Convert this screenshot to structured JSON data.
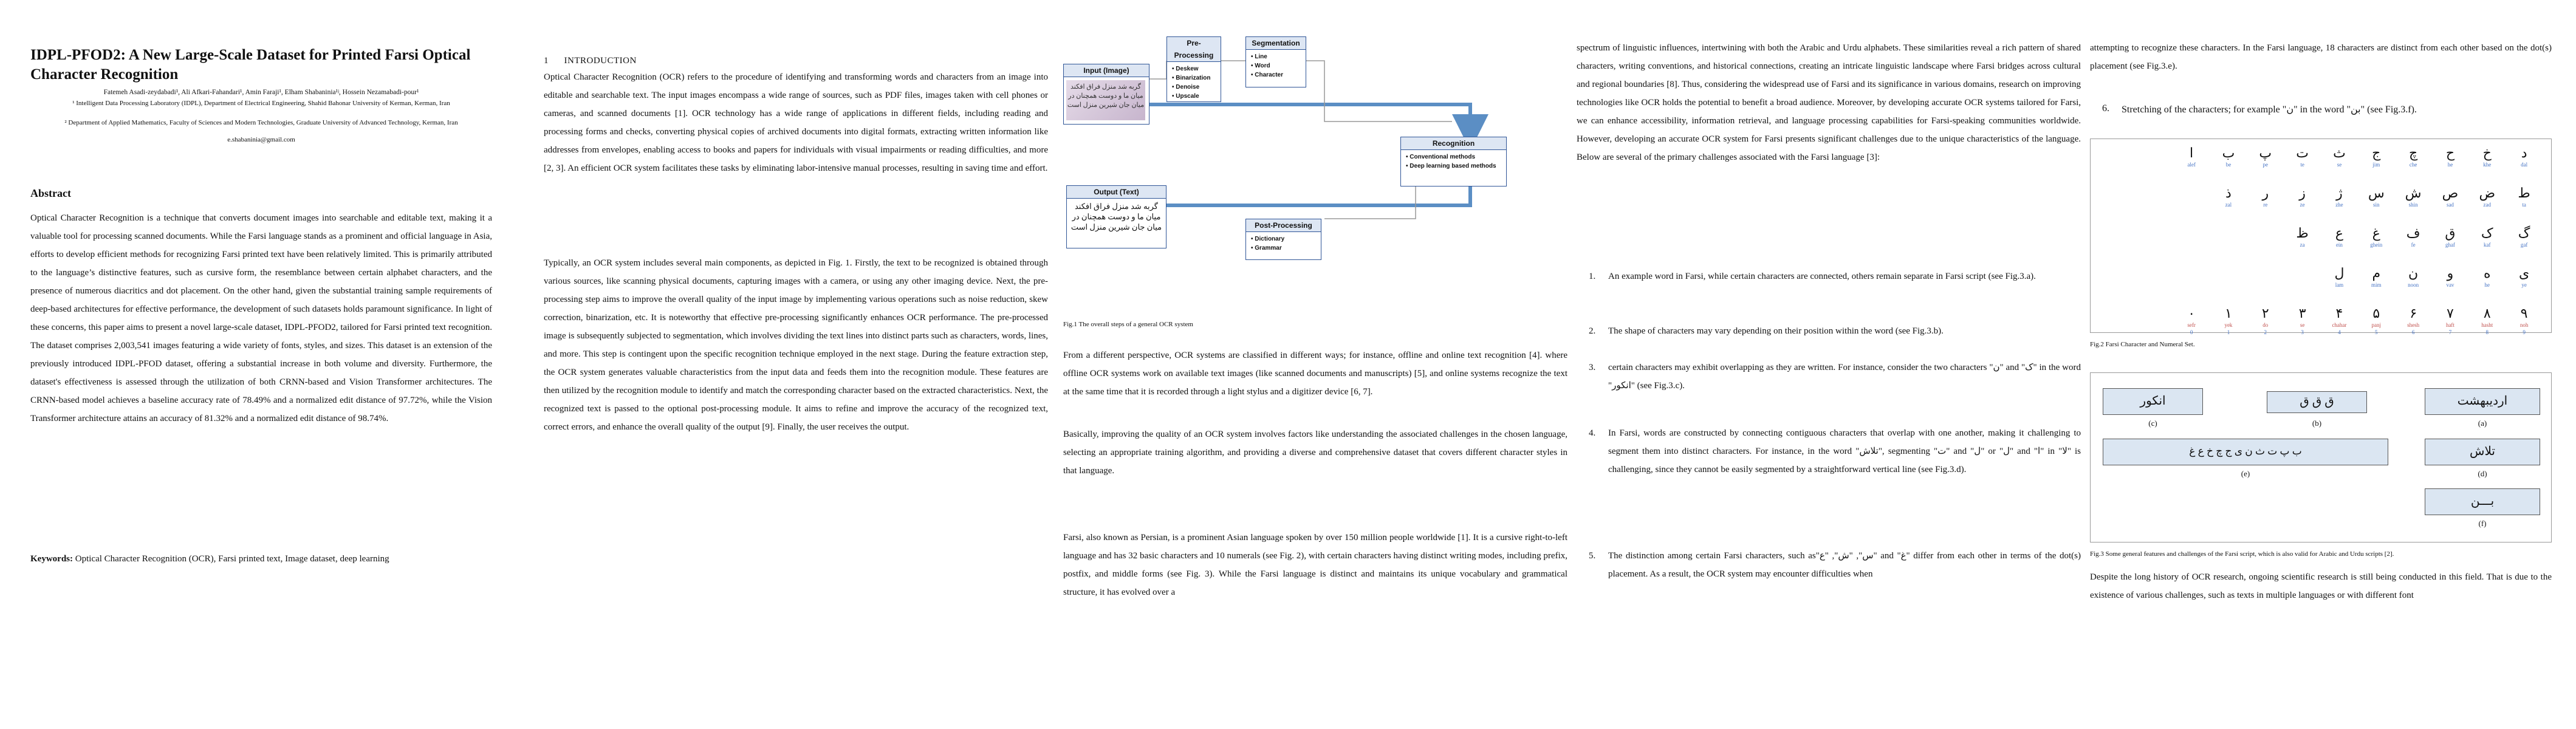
{
  "paper": {
    "title": "IDPL-PFOD2: A New Large-Scale Dataset for Printed Farsi Optical Character Recognition",
    "authors": "Fatemeh Asadi-zeydabadi¹, Ali Afkari-Fahandari¹, Amin Faraji¹, Elham Shabaninia¹ʲ, Hossein Nezamabadi-pour¹",
    "affiliation1": "¹ Intelligent Data Processing Laboratory (IDPL), Department of Electrical Engineering, Shahid Bahonar University of Kerman, Kerman, Iran",
    "affiliation2": "² Department of Applied Mathematics, Faculty of Sciences and Modern Technologies, Graduate University of Advanced Technology, Kerman, Iran",
    "email": "e.shabaninia@gmail.com",
    "abstract_heading": "Abstract",
    "abstract": "Optical Character Recognition is a technique that converts document images into searchable and editable text, making it a valuable tool for processing scanned documents. While the Farsi language stands as a prominent and official language in Asia, efforts to develop efficient methods for recognizing Farsi printed text have been relatively limited. This is primarily attributed to the language’s distinctive features, such as cursive form, the resemblance between certain alphabet characters, and the presence of numerous diacritics and dot placement. On the other hand, given the substantial training sample requirements of deep-based architectures for effective performance, the development of such datasets holds paramount significance. In light of these concerns, this paper aims to present a novel large-scale dataset, IDPL-PFOD2, tailored for Farsi printed text recognition. The dataset comprises 2,003,541 images featuring a wide variety of fonts, styles, and sizes. This dataset is an extension of the previously introduced IDPL-PFOD dataset, offering a substantial increase in both volume and diversity. Furthermore, the dataset's effectiveness is assessed through the utilization of both CRNN-based and Vision Transformer architectures. The CRNN-based model achieves a baseline accuracy rate of 78.49% and a normalized edit distance of 97.72%, while the Vision Transformer architecture attains an accuracy of 81.32% and a normalized edit distance of 98.74%.",
    "keywords_label": "Keywords:",
    "keywords": "Optical Character Recognition (OCR), Farsi printed text, Image dataset, deep learning"
  },
  "intro": {
    "number": "1",
    "heading": "INTRODUCTION",
    "p1": "Optical Character Recognition (OCR) refers to the procedure of identifying and transforming words and characters from an image into editable and searchable text. The input images encompass a wide range of sources, such as PDF files, images taken with cell phones or cameras, and scanned documents [1]. OCR technology has a wide range of applications in different fields, including reading and processing forms and checks, converting physical copies of archived documents into digital formats, extracting written information like addresses from envelopes, enabling access to books and papers for individuals with visual impairments or reading difficulties, and more [2, 3]. An efficient OCR system facilitates these tasks by eliminating labor-intensive manual processes, resulting in saving time and effort.",
    "p2": "Typically, an OCR system includes several main components, as depicted in Fig. 1. Firstly, the text to be recognized is obtained through various sources, like scanning physical documents, capturing images with a camera, or using any other imaging device. Next, the pre-processing step aims to improve the overall quality of the input image by implementing various operations such as noise reduction, skew correction, binarization, etc. It is noteworthy that effective pre-processing significantly enhances OCR performance. The pre-processed image is subsequently subjected to segmentation, which involves dividing the text lines into distinct parts such as characters, words, lines, and more. This step is contingent upon the specific recognition technique employed in the next stage. During the feature extraction step, the OCR system generates valuable characteristics from the input data and feeds them into the recognition module. These features are then utilized by the recognition module to identify and match the corresponding character based on the extracted characteristics. Next, the recognized text is passed to the optional post-processing module. It aims to refine and improve the accuracy of the recognized text, correct errors, and enhance the overall quality of the output [9]. Finally, the user receives the output."
  },
  "fig1": {
    "preprocessing_title": "Pre-Processing",
    "preprocessing_items": [
      "Deskew",
      "Binarization",
      "Denoise",
      "Upscale"
    ],
    "segmentation_title": "Segmentation",
    "segmentation_items": [
      "Line",
      "Word",
      "Character"
    ],
    "input_title": "Input (Image)",
    "input_image_text": "گربه شد منزل فراق افکند میان ما و دوست همچنان در میان جان شیرین منزل است",
    "recognition_title": "Recognition",
    "recognition_items": [
      "Conventional methods",
      "Deep learning based methods"
    ],
    "output_title": "Output (Text)",
    "output_text": "گربه شد منزل فراق افکند میان ما و دوست همچنان در میان جان شیرین منزل است",
    "postprocessing_title": "Post-Processing",
    "postprocessing_items": [
      "Dictionary",
      "Grammar"
    ],
    "caption": "Fig.1 The overall steps of a general OCR system"
  },
  "col3": {
    "p1": "From a different perspective, OCR systems are classified in different ways; for instance, offline and online text recognition [4]. where offline OCR systems work on available text images (like scanned documents and manuscripts) [5], and online systems recognize the text at the same time that it is recorded through a light stylus and a digitizer device [6, 7].",
    "p2": "Basically, improving the quality of an OCR system involves factors like understanding the associated challenges in the chosen language, selecting an appropriate training algorithm, and providing a diverse and comprehensive dataset that covers different character styles in that language.",
    "p3": "Farsi, also known as Persian, is a prominent Asian language spoken by over 150 million people worldwide [1]. It is a cursive right-to-left language and has 32 basic characters and 10 numerals (see Fig. 2), with certain characters having distinct writing modes, including prefix, postfix, and middle forms (see Fig. 3). While the Farsi language is distinct and maintains its unique vocabulary and grammatical structure, it has evolved over a"
  },
  "col4": {
    "p1": "spectrum of linguistic influences, intertwining with both the Arabic and Urdu alphabets. These similarities reveal a rich pattern of shared characters, writing conventions, and historical connections, creating an intricate linguistic landscape where Farsi bridges across cultural and regional boundaries [8]. Thus, considering the widespread use of Farsi and its significance in various domains, research on improving technologies like OCR holds the potential to benefit a broad audience. Moreover, by developing accurate OCR systems tailored for Farsi, we can enhance accessibility, information retrieval, and language processing capabilities for Farsi-speaking communities worldwide. However, developing an accurate OCR system for Farsi presents significant challenges due to the unique characteristics of the language. Below are several of the primary challenges associated with the Farsi language [3]:",
    "items": [
      {
        "num": "1.",
        "text": "An example word in Farsi, while certain characters are connected, others remain separate in Farsi script (see Fig.3.a)."
      },
      {
        "num": "2.",
        "text": "The shape of characters may vary depending on their position within the word (see Fig.3.b)."
      },
      {
        "num": "3.",
        "text": "certain characters may exhibit overlapping as they are written. For instance, consider the two characters \"ن\" and \"ک\" in the word \"انکور\" (see Fig.3.c)."
      },
      {
        "num": "4.",
        "text": "In Farsi, words are constructed by connecting contiguous characters that overlap with one another, making it challenging to segment them into distinct characters. For instance, in the word \"تلاش\", segmenting \"ت\" and \"ل\" or \"ل\" and \"ا\" in \"لا\" is challenging, since they cannot be easily segmented by a straightforward vertical line (see Fig.3.d)."
      },
      {
        "num": "5.",
        "text": "The distinction among certain Farsi characters, such as\"س\", \"ش\", \"ع\" and \"غ\" differ from each other in terms of the dot(s) placement. As a result, the OCR system may encounter difficulties when"
      }
    ]
  },
  "col5": {
    "p_top": "attempting to recognize these characters. In the Farsi language, 18 characters are distinct from each other based on the dot(s) placement (see Fig.3.e).",
    "item6_num": "6.",
    "item6_text": "Stretching of the characters; for example \"ن\" in the word \"بن\" (see Fig.3.f).",
    "fig2_caption": "Fig.2 Farsi Character and Numeral Set.",
    "fig3_caption": "Fig.3 Some general features and challenges of the Farsi script, which is also valid for Arabic and Urdu scripts [2].",
    "p_bottom": "Despite the long history of OCR research, ongoing scientific research is still being conducted in this field. That is due to the existence of various challenges, such as texts in multiple languages or with different font"
  },
  "fig2": {
    "rows": [
      [
        {
          "g": "د",
          "n": "",
          "t": "dal"
        },
        {
          "g": "خ",
          "n": "",
          "t": "khe"
        },
        {
          "g": "ح",
          "n": "",
          "t": "he"
        },
        {
          "g": "چ",
          "n": "",
          "t": "che"
        },
        {
          "g": "ج",
          "n": "",
          "t": "jim"
        },
        {
          "g": "ث",
          "n": "",
          "t": "se"
        },
        {
          "g": "ت",
          "n": "",
          "t": "te"
        },
        {
          "g": "پ",
          "n": "",
          "t": "pe"
        },
        {
          "g": "ب",
          "n": "",
          "t": "be"
        },
        {
          "g": "ا",
          "n": "",
          "t": "alef"
        },
        {
          "g": "",
          "n": "",
          "t": ""
        },
        {
          "g": "",
          "n": "",
          "t": ""
        }
      ],
      [
        {
          "g": "ط",
          "n": "",
          "t": "ta"
        },
        {
          "g": "ض",
          "n": "",
          "t": "zad"
        },
        {
          "g": "ص",
          "n": "",
          "t": "sad"
        },
        {
          "g": "ش",
          "n": "",
          "t": "shin"
        },
        {
          "g": "س",
          "n": "",
          "t": "sin"
        },
        {
          "g": "ژ",
          "n": "",
          "t": "zhe"
        },
        {
          "g": "ز",
          "n": "",
          "t": "ze"
        },
        {
          "g": "ر",
          "n": "",
          "t": "re"
        },
        {
          "g": "ذ",
          "n": "",
          "t": "zal"
        },
        {
          "g": "",
          "n": "",
          "t": ""
        },
        {
          "g": "",
          "n": "",
          "t": ""
        },
        {
          "g": "",
          "n": "",
          "t": ""
        }
      ],
      [
        {
          "g": "گ",
          "n": "",
          "t": "gaf"
        },
        {
          "g": "ک",
          "n": "",
          "t": "kaf"
        },
        {
          "g": "ق",
          "n": "",
          "t": "ghaf"
        },
        {
          "g": "ف",
          "n": "",
          "t": "fe"
        },
        {
          "g": "غ",
          "n": "",
          "t": "ghein"
        },
        {
          "g": "ع",
          "n": "",
          "t": "ein"
        },
        {
          "g": "ظ",
          "n": "",
          "t": "za"
        },
        {
          "g": "",
          "n": "",
          "t": ""
        },
        {
          "g": "",
          "n": "",
          "t": ""
        },
        {
          "g": "",
          "n": "",
          "t": ""
        },
        {
          "g": "",
          "n": "",
          "t": ""
        },
        {
          "g": "",
          "n": "",
          "t": ""
        }
      ],
      [
        {
          "g": "ی",
          "n": "",
          "t": "ye"
        },
        {
          "g": "ه",
          "n": "",
          "t": "he"
        },
        {
          "g": "و",
          "n": "",
          "t": "vav"
        },
        {
          "g": "ن",
          "n": "",
          "t": "noon"
        },
        {
          "g": "م",
          "n": "",
          "t": "mim"
        },
        {
          "g": "ل",
          "n": "",
          "t": "lam"
        },
        {
          "g": "",
          "n": "",
          "t": ""
        },
        {
          "g": "",
          "n": "",
          "t": ""
        },
        {
          "g": "",
          "n": "",
          "t": ""
        },
        {
          "g": "",
          "n": "",
          "t": ""
        },
        {
          "g": "",
          "n": "",
          "t": ""
        },
        {
          "g": "",
          "n": "",
          "t": ""
        }
      ],
      [
        {
          "g": "۹",
          "n": "noh",
          "t": "9"
        },
        {
          "g": "۸",
          "n": "hasht",
          "t": "8"
        },
        {
          "g": "۷",
          "n": "haft",
          "t": "7"
        },
        {
          "g": "۶",
          "n": "shesh",
          "t": "6"
        },
        {
          "g": "۵",
          "n": "panj",
          "t": "5"
        },
        {
          "g": "۴",
          "n": "chahar",
          "t": "4"
        },
        {
          "g": "۳",
          "n": "se",
          "t": "3"
        },
        {
          "g": "۲",
          "n": "do",
          "t": "2"
        },
        {
          "g": "۱",
          "n": "yek",
          "t": "1"
        },
        {
          "g": "۰",
          "n": "sefr",
          "t": "0"
        },
        {
          "g": "",
          "n": "",
          "t": ""
        },
        {
          "g": "",
          "n": "",
          "t": ""
        }
      ]
    ]
  },
  "fig3": {
    "a_word": "انکور",
    "a_label": "(c)",
    "b_word": "ق  ق  ق",
    "b_label": "(b)",
    "a2_word": "اردیبهشت",
    "a2_label": "(a)",
    "e_word": "ب پ ت ث ن ی ج چ خ ع غ",
    "e_label": "(e)",
    "d_word": "تلاش",
    "d_label": "(d)",
    "f_word": "بـــن",
    "f_label": "(f)"
  }
}
